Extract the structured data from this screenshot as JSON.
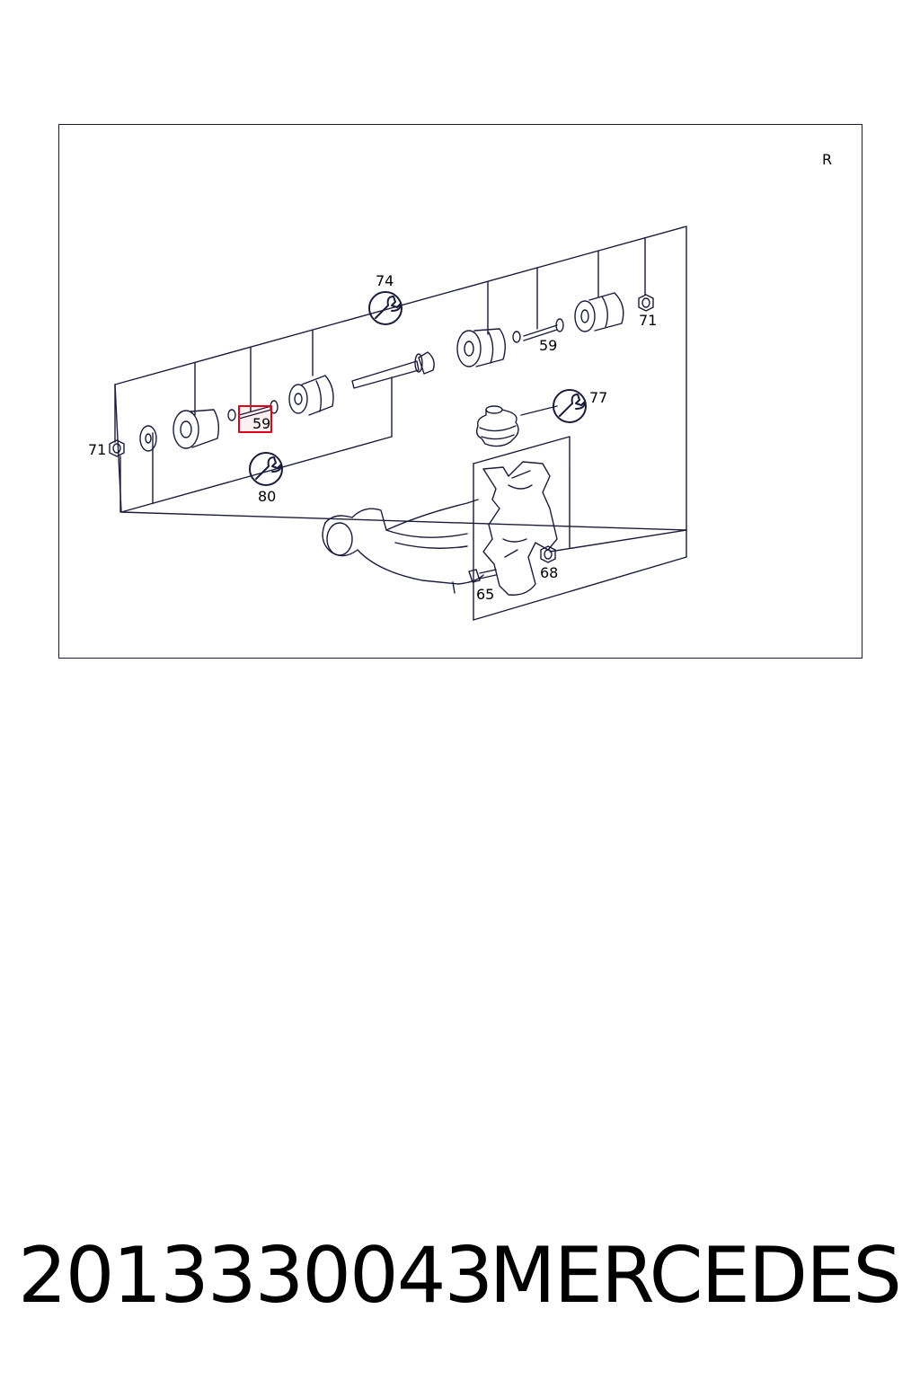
{
  "diagram": {
    "corner_label": "R",
    "callouts": {
      "c74": "74",
      "c77": "77",
      "c80": "80",
      "c71_left": "71",
      "c71_right": "71",
      "c59_highlighted": "59",
      "c59_right": "59",
      "c68": "68",
      "c65": "65"
    },
    "highlight_color": "#e0001a",
    "line_color": "#1b1b3a"
  },
  "footer": {
    "part_number": "2013330043",
    "brand": "MERCEDES"
  }
}
